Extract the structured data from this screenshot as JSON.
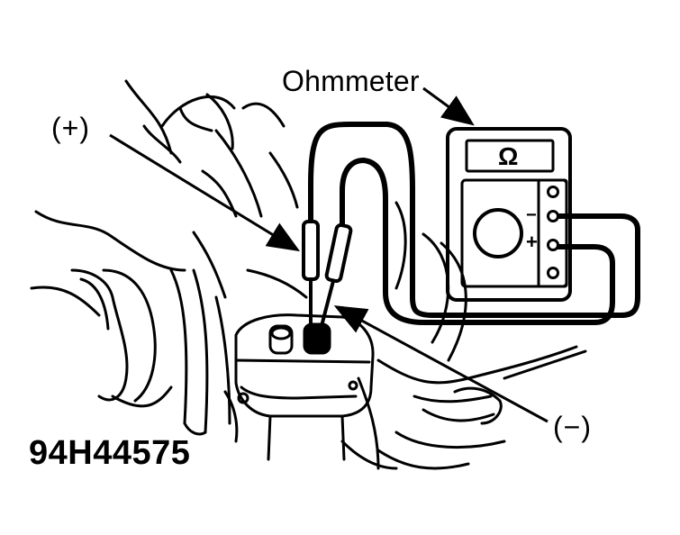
{
  "diagram": {
    "labels": {
      "ohmmeter": "Ohmmeter",
      "positive_probe": "(+)",
      "negative_probe": "(−)"
    },
    "meter_display_symbol": "Ω",
    "meter_terminals": {
      "negative": "−",
      "positive": "+"
    },
    "figure_id": "94H44575"
  },
  "colors": {
    "ink": "#000000",
    "background": "#ffffff"
  }
}
